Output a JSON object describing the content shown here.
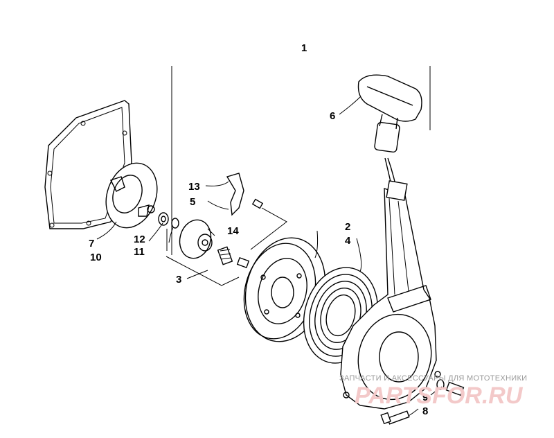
{
  "diagram": {
    "labels": {
      "l1": "1",
      "l2": "2",
      "l3": "3",
      "l4": "4",
      "l5": "5",
      "l6": "6",
      "l7": "7",
      "l8": "8",
      "l9": "9",
      "l10": "10",
      "l11": "11",
      "l12": "12",
      "l13": "13",
      "l14": "14"
    }
  },
  "watermark": {
    "caption": "ЗАПЧАСТИ И АКСЕССУАРЫ ДЛЯ МОТОТЕХНИКИ",
    "logo": "PARTSFOR.RU"
  },
  "colors": {
    "line": "#000000",
    "watermark_text": "#9a9a9a",
    "watermark_logo": "#f3c9c9"
  }
}
